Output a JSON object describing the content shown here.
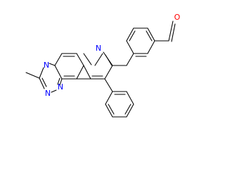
{
  "molecule": {
    "atom_labels": {
      "n_pyridine": "N",
      "n_triazole_fused": "N",
      "n_triazole_a": "N",
      "n_triazole_b": "N",
      "o_aldehyde": "O"
    },
    "colors": {
      "bond": "#000000",
      "nitrogen": "#0000ff",
      "oxygen": "#ff0000",
      "background": "#ffffff"
    }
  }
}
